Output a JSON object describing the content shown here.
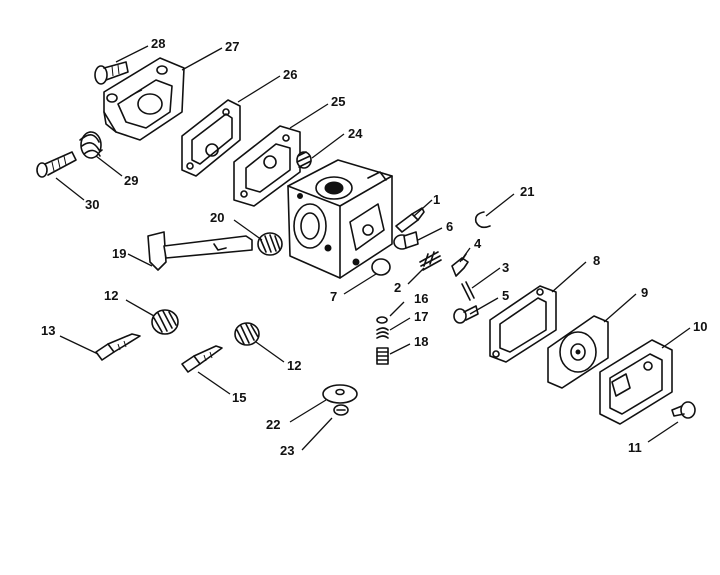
{
  "callouts": {
    "p1": "1",
    "p2": "2",
    "p3": "3",
    "p4": "4",
    "p5": "5",
    "p6": "6",
    "p7": "7",
    "p8": "8",
    "p9": "9",
    "p10": "10",
    "p11": "11",
    "p12a": "12",
    "p12b": "12",
    "p13": "13",
    "p15": "15",
    "p16": "16",
    "p17": "17",
    "p18": "18",
    "p19": "19",
    "p20": "20",
    "p21": "21",
    "p22": "22",
    "p23": "23",
    "p24": "24",
    "p25": "25",
    "p26": "26",
    "p27": "27",
    "p28": "28",
    "p29": "29",
    "p30": "30"
  }
}
